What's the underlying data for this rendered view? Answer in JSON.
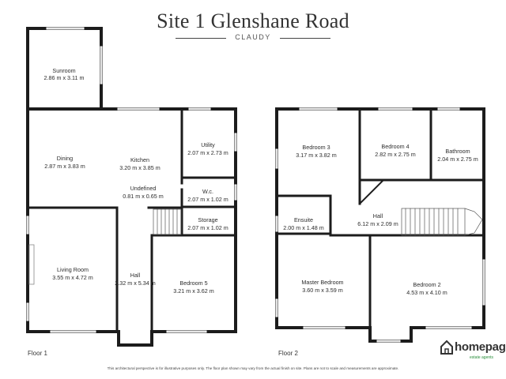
{
  "header": {
    "title": "Site 1 Glenshane Road",
    "subtitle": "CLAUDY"
  },
  "floors": [
    {
      "label": "Floor 1",
      "rooms": [
        {
          "id": "sunroom",
          "name": "Sunroom",
          "dims": "2.86 m x 3.11 m"
        },
        {
          "id": "dining",
          "name": "Dining",
          "dims": "2.87 m x 3.83 m"
        },
        {
          "id": "kitchen",
          "name": "Kitchen",
          "dims": "3.20 m x 3.85 m"
        },
        {
          "id": "utility",
          "name": "Utility",
          "dims": "2.07 m x 2.73 m"
        },
        {
          "id": "undefined",
          "name": "Undefined",
          "dims": "0.81 m x 0.65 m"
        },
        {
          "id": "wc",
          "name": "W.c.",
          "dims": "2.07 m x 1.02 m"
        },
        {
          "id": "storage",
          "name": "Storage",
          "dims": "2.07 m x 1.02 m"
        },
        {
          "id": "living",
          "name": "Living Room",
          "dims": "3.55 m x 4.72 m"
        },
        {
          "id": "hall1",
          "name": "Hall",
          "dims": "2.32 m x 5.34 m"
        },
        {
          "id": "bedroom5",
          "name": "Bedroom 5",
          "dims": "3.21 m x 3.62 m"
        }
      ]
    },
    {
      "label": "Floor 2",
      "rooms": [
        {
          "id": "bedroom3",
          "name": "Bedroom 3",
          "dims": "3.17 m x 3.82 m"
        },
        {
          "id": "bedroom4",
          "name": "Bedroom 4",
          "dims": "2.82 m x 2.75 m"
        },
        {
          "id": "bathroom",
          "name": "Bathroom",
          "dims": "2.04 m x 2.75 m"
        },
        {
          "id": "ensuite",
          "name": "Ensuite",
          "dims": "2.00 m x 1.48 m"
        },
        {
          "id": "hall2",
          "name": "Hall",
          "dims": "6.12 m x 2.09 m"
        },
        {
          "id": "master",
          "name": "Master Bedroom",
          "dims": "3.60 m x 3.59 m"
        },
        {
          "id": "bedroom2",
          "name": "Bedroom 2",
          "dims": "4.53 m x 4.10 m"
        }
      ]
    }
  ],
  "footer": {
    "disclaimer": "This architectural perspective is for illustrative purposes only. The floor plan shown may vary from the actual finish on site. Plans are not to scale and measurements are approximate.",
    "logo_text": "homepage",
    "logo_sub": "estate agents"
  },
  "colors": {
    "wall": "#1c1c1c",
    "window": "#d8d8d8",
    "logo_accent": "#2a8f3c"
  }
}
